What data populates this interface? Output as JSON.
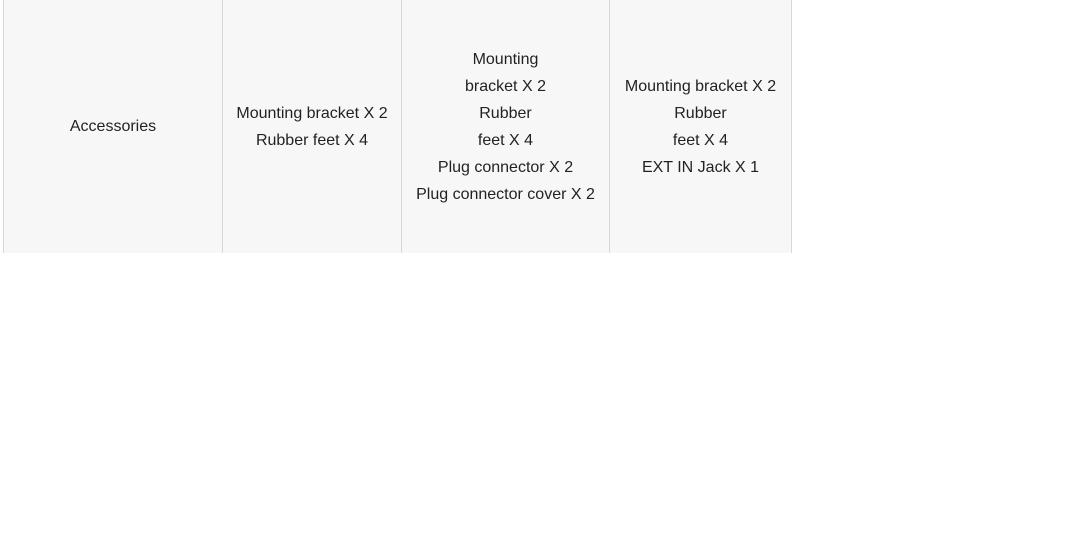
{
  "table": {
    "row_label": "Accessories",
    "cells": [
      {
        "lines": [
          "Mounting bracket X 2",
          "Rubber feet X 4"
        ]
      },
      {
        "lines": [
          "Mounting bracket X 2",
          "Rubber feet X 4",
          "Plug connector X 2",
          "Plug connector cover X 2"
        ]
      },
      {
        "lines": [
          "Mounting bracket X 2",
          "Rubber feet X 4",
          "EXT IN Jack X 1"
        ]
      }
    ]
  }
}
